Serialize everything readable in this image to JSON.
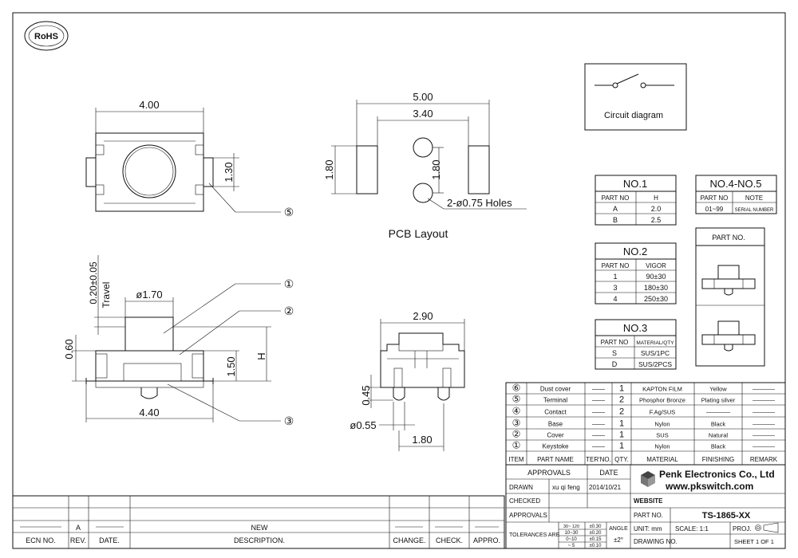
{
  "rohs": {
    "label": "RoHS"
  },
  "top_view": {
    "width_dim": "4.00",
    "height_dim": "1.30",
    "callout": "⑤"
  },
  "pcb_layout": {
    "title": "PCB Layout",
    "outer_dim": "5.00",
    "inner_dim": "3.40",
    "pad_height_dim": "1.80",
    "hole_spacing_dim": "1.80",
    "holes_note": "2-ø0.75 Holes"
  },
  "side_view": {
    "travel_dim": "0.20±0.05",
    "travel_label": "Travel",
    "stem_dim": "ø1.70",
    "base_dim": "0.60",
    "h_dim": "1.50",
    "h_label": "H",
    "width_dim": "4.40",
    "callouts": [
      "①",
      "②",
      "③"
    ]
  },
  "end_view": {
    "width_dim": "2.90",
    "pin_dim": "0.45",
    "pin_dia_dim": "ø0.55",
    "pin_spacing_dim": "1.80"
  },
  "circuit": {
    "label": "Circuit diagram"
  },
  "no1": {
    "title": "NO.1",
    "headers": [
      "PART NO",
      "H"
    ],
    "rows": [
      [
        "A",
        "2.0"
      ],
      [
        "B",
        "2.5"
      ]
    ]
  },
  "no45": {
    "title": "NO.4-NO.5",
    "headers": [
      "PART NO",
      "NOTE"
    ],
    "rows": [
      [
        "01~99",
        "SERIAL NUMBER"
      ]
    ]
  },
  "no2": {
    "title": "NO.2",
    "headers": [
      "PART NO",
      "VIGOR"
    ],
    "rows": [
      [
        "1",
        "90±30"
      ],
      [
        "3",
        "180±30"
      ],
      [
        "4",
        "250±30"
      ]
    ]
  },
  "no3": {
    "title": "NO.3",
    "headers": [
      "PART NO",
      "MATERIAL/QTY"
    ],
    "rows": [
      [
        "S",
        "SUS/1PC"
      ],
      [
        "D",
        "SUS/2PCS"
      ]
    ]
  },
  "part_no_box": {
    "label": "PART NO."
  },
  "bom": {
    "rows": [
      {
        "item": "⑥",
        "name": "Dust cover",
        "ter": "——",
        "qty": "1",
        "material": "KAPTON FILM",
        "finishing": "Yellow",
        "remark": "————"
      },
      {
        "item": "⑤",
        "name": "Terminal",
        "ter": "——",
        "qty": "2",
        "material": "Phosphor Bronze",
        "finishing": "Plating silver",
        "remark": "————"
      },
      {
        "item": "④",
        "name": "Contact",
        "ter": "——",
        "qty": "2",
        "material": "F.Ag/SUS",
        "finishing": "————",
        "remark": "————"
      },
      {
        "item": "③",
        "name": "Base",
        "ter": "——",
        "qty": "1",
        "material": "Nylon",
        "finishing": "Black",
        "remark": "————"
      },
      {
        "item": "②",
        "name": "Cover",
        "ter": "——",
        "qty": "1",
        "material": "SUS",
        "finishing": "Natural",
        "remark": "————"
      },
      {
        "item": "①",
        "name": "Keystoke",
        "ter": "——",
        "qty": "1",
        "material": "Nylon",
        "finishing": "Black",
        "remark": "————"
      }
    ],
    "headers": [
      "ITEM",
      "PART NAME",
      "TER'NO.",
      "QTY.",
      "MATERIAL",
      "FINISHING",
      "REMARK"
    ]
  },
  "title_block": {
    "approvals": "APPROVALS",
    "date": "DATE",
    "drawn": "DRAWN",
    "drawn_by": "xu qi feng",
    "drawn_date": "2014/10/21",
    "checked": "CHECKED",
    "approvals2": "APPROVALS",
    "company": "Penk Electronics Co., Ltd",
    "website_url": "www.pkswitch.com",
    "website_label": "WEBSITE",
    "part_no_label": "PART NO.",
    "part_no": "TS-1865-XX",
    "tolerances_label": "TOLERANCES ARE",
    "tol_rows": [
      [
        "30~ 120",
        "±0.30"
      ],
      [
        "10~30",
        "±0.20"
      ],
      [
        "0~10",
        "±0.15"
      ],
      [
        "~ 5",
        "±0.10"
      ]
    ],
    "angle_label": "ANGLE",
    "angle_value": "±2°",
    "unit": "UNIT: mm",
    "scale": "SCALE:  1:1",
    "proj": "PROJ.",
    "drawing_no": "DRAWING NO.",
    "sheet": "SHEET  1 OF 1"
  },
  "revision": {
    "row_rev": "A",
    "row_desc": "NEW",
    "headers": [
      "ECN NO.",
      "REV.",
      "DATE.",
      "DESCRIPTION.",
      "CHANGE.",
      "CHECK.",
      "APPRO."
    ]
  }
}
